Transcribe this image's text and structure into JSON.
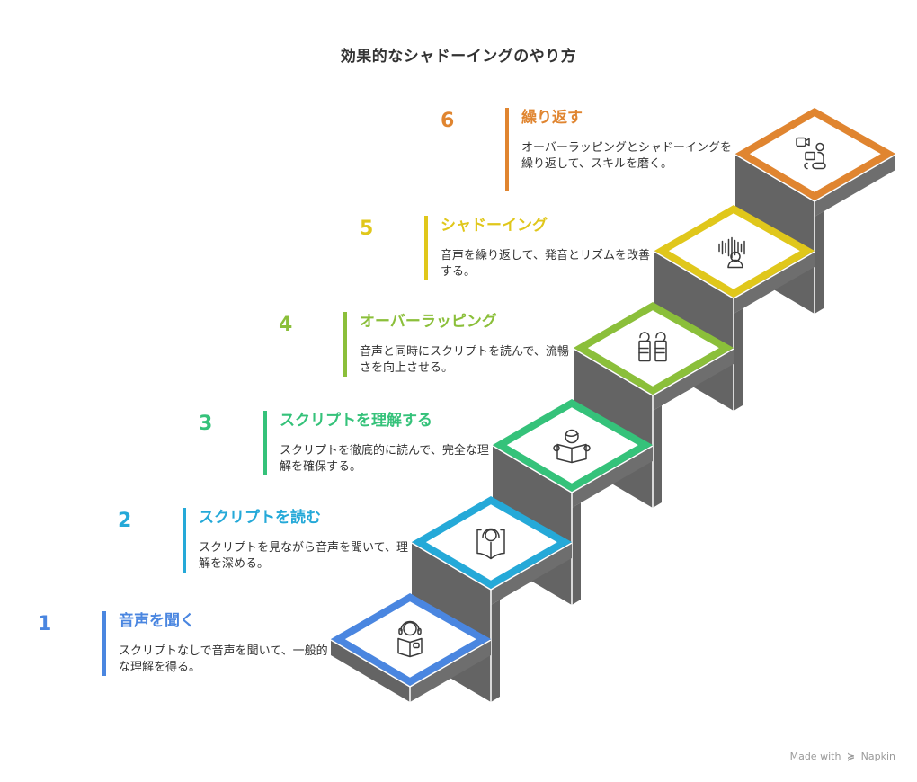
{
  "title": "効果的なシャドーイングのやり方",
  "footer": {
    "made_with": "Made with",
    "brand": "Napkin",
    "logo_icon": "napkin-logo-icon"
  },
  "steps": [
    {
      "number": "1",
      "title": "音声を聞く",
      "description": "スクリプトなしで音声を聞いて、一般的な理解を得る。",
      "color": "#4a86e0",
      "icon": "headphones-reading-book-icon"
    },
    {
      "number": "2",
      "title": "スクリプトを読む",
      "description": "スクリプトを見ながら音声を聞いて、理解を深める。",
      "color": "#25a9d8",
      "icon": "headphones-open-book-icon"
    },
    {
      "number": "3",
      "title": "スクリプトを理解する",
      "description": "スクリプトを徹底的に読んで、完全な理解を確保する。",
      "color": "#35c27a",
      "icon": "person-reading-book-icon"
    },
    {
      "number": "4",
      "title": "オーバーラッピング",
      "description": "音声と同時にスクリプトを読んで、流暢さを向上させる。",
      "color": "#8bbf3a",
      "icon": "two-speakers-icon"
    },
    {
      "number": "5",
      "title": "シャドーイング",
      "description": "音声を繰り返して、発音とリズムを改善する。",
      "color": "#e0c71b",
      "icon": "soundwave-person-icon"
    },
    {
      "number": "6",
      "title": "繰り返す",
      "description": "オーバーラッピングとシャドーイングを繰り返して、スキルを磨く。",
      "color": "#e08530",
      "icon": "person-laptop-video-icon"
    }
  ],
  "colors": {
    "stair_face": "#646464",
    "tile_fill": "#ffffff",
    "icon_stroke": "#3a3a3a"
  }
}
